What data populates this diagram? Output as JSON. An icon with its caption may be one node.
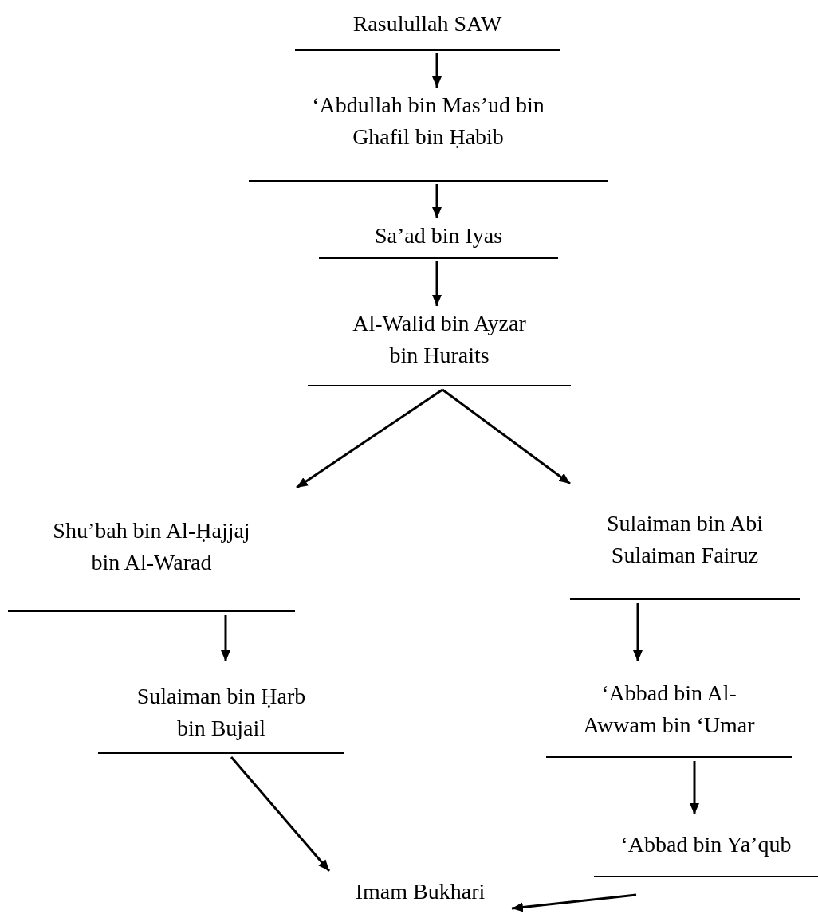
{
  "diagram": {
    "nodes": [
      {
        "text": [
          "Rasulullah SAW"
        ]
      },
      {
        "text": [
          "‘Abdullah bin Mas’ud bin Ghafil bin Ḥabib"
        ]
      },
      {
        "text": [
          "Sa’ad bin Iyas"
        ]
      },
      {
        "text": [
          "Al-Walid bin Ayzar bin Huraits"
        ]
      },
      {
        "text": [
          "Shu’bah bin Al-Ḥajjaj bin Al-Warad"
        ]
      },
      {
        "text": [
          "Sulaiman bin Abi Sulaiman Fairuz"
        ]
      },
      {
        "text": [
          "Sulaiman bin Ḥarb bin Bujail"
        ]
      },
      {
        "text": [
          "‘Abbad bin Al-Awwam bin ‘Umar"
        ]
      },
      {
        "text": [
          "‘Abbad bin Ya’qub"
        ]
      },
      {
        "text": [
          "Imam Bukhari"
        ]
      }
    ],
    "edges": [
      {
        "from": 0,
        "to": 1,
        "arrow": "to"
      },
      {
        "from": 1,
        "to": 2,
        "arrow": "to"
      },
      {
        "from": 2,
        "to": 3,
        "arrow": "to"
      },
      {
        "from": 3,
        "to": 4,
        "arrow": "to"
      },
      {
        "from": 3,
        "to": 5,
        "arrow": "to"
      },
      {
        "from": 4,
        "to": 6,
        "arrow": "to"
      },
      {
        "from": 5,
        "to": 7,
        "arrow": "to"
      },
      {
        "from": 7,
        "to": 8,
        "arrow": "to"
      },
      {
        "from": 6,
        "to": 9,
        "arrow": "to"
      },
      {
        "from": 8,
        "to": 9,
        "arrow": "to"
      }
    ]
  }
}
